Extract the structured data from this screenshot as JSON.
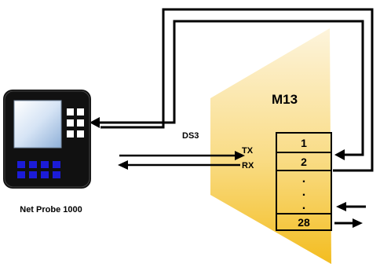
{
  "device": {
    "label": "Net Probe 1000",
    "keypad_buttons": 6,
    "bottom_buttons": 8
  },
  "mux": {
    "label": "M13",
    "slots": [
      "1",
      "2",
      ".",
      ".",
      ".",
      "28"
    ]
  },
  "link": {
    "label": "DS3",
    "tx_label": "TX",
    "rx_label": "RX"
  },
  "colors": {
    "device_body": "#111111",
    "screen": "#cfe0f5",
    "bottom_buttons": "#1d1ddc",
    "mux_gradient_start": "#fdf2d6",
    "mux_gradient_end": "#f5c023",
    "line": "#000000"
  }
}
